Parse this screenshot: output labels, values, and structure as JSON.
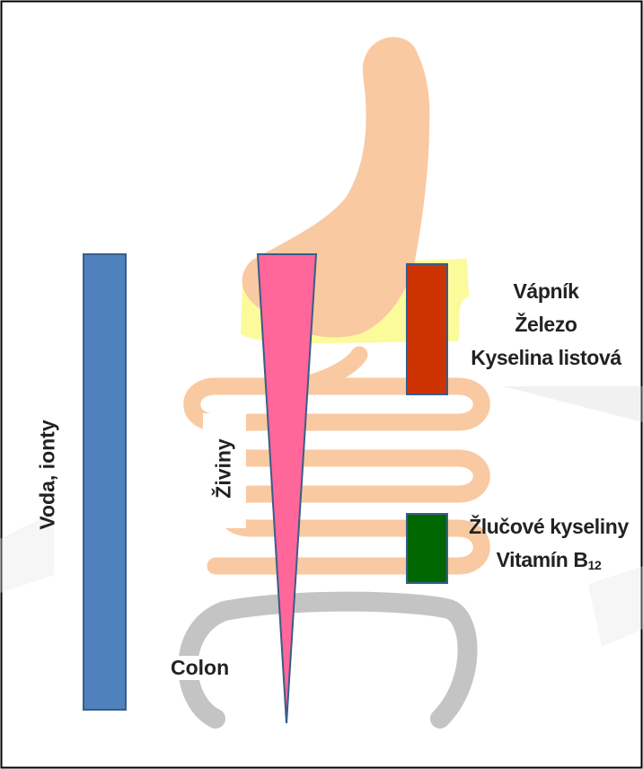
{
  "labels": {
    "water": "Voda, ionty",
    "nutrients": "Živiny",
    "calcium": "Vápník",
    "iron": "Železo",
    "folic_acid": "Kyselina listová",
    "bile_acids": "Žlučové kyseliny",
    "vitamin_b12": "Vitamín B",
    "vitamin_b12_sub": "12",
    "colon": "Colon"
  },
  "colors": {
    "stomach": "#f9c9a2",
    "duodenum_highlight": "#fbfb9c",
    "intestine": "#f9c9a2",
    "colon": "#c4c4c4",
    "water_bar": "#4f81bd",
    "nutrient_wedge": "#ff6699",
    "calcium_iron_box": "#cc3300",
    "b12_box": "#006600",
    "outline": "#385d8a"
  }
}
